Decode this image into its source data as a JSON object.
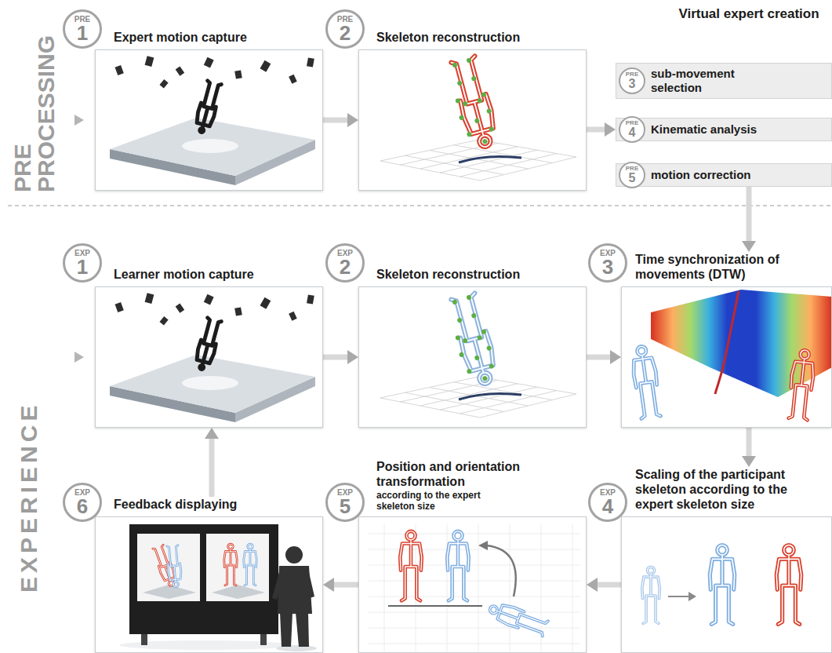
{
  "diagram": {
    "nodes": [
      {
        "text": [
          "PRE",
          "1"
        ]
      },
      {
        "text": [
          "Expert motion capture"
        ]
      },
      {
        "text": [
          "PRE",
          "2"
        ]
      },
      {
        "text": [
          "Skeleton reconstruction"
        ]
      },
      {
        "text": [
          "PRE",
          "3"
        ]
      },
      {
        "text": [
          "sub-movement selection"
        ]
      },
      {
        "text": [
          "PRE",
          "4"
        ]
      },
      {
        "text": [
          "Kinematic analysis"
        ]
      },
      {
        "text": [
          "PRE",
          "5"
        ]
      },
      {
        "text": [
          "motion correction"
        ]
      },
      {
        "text": [
          "EXP",
          "1"
        ]
      },
      {
        "text": [
          "Learner motion capture"
        ]
      },
      {
        "text": [
          "EXP",
          "2"
        ]
      },
      {
        "text": [
          "Skeleton reconstruction"
        ]
      },
      {
        "text": [
          "EXP",
          "3"
        ]
      },
      {
        "text": [
          "Time synchronization of movements (DTW)"
        ]
      },
      {
        "text": [
          "EXP",
          "6"
        ]
      },
      {
        "text": [
          "Feedback displaying"
        ]
      },
      {
        "text": [
          "EXP",
          "5"
        ]
      },
      {
        "text": [
          "Position and orientation transformation",
          "according to the expert skeleton size"
        ]
      },
      {
        "text": [
          "EXP",
          "4"
        ]
      },
      {
        "text": [
          "Scaling of the participant skeleton according to the expert skeleton size"
        ]
      }
    ],
    "edges": [
      {
        "from": 1,
        "to": 3,
        "arrow": "to"
      },
      {
        "from": 3,
        "to": 7,
        "arrow": "to"
      },
      {
        "from": 9,
        "to": 15,
        "arrow": "to"
      },
      {
        "from": 11,
        "to": 13,
        "arrow": "to"
      },
      {
        "from": 13,
        "to": 15,
        "arrow": "to"
      },
      {
        "from": 15,
        "to": 21,
        "arrow": "to"
      },
      {
        "from": 21,
        "to": 19,
        "arrow": "to"
      },
      {
        "from": 19,
        "to": 17,
        "arrow": "to"
      },
      {
        "from": 17,
        "to": 11,
        "arrow": "to"
      }
    ],
    "labels": [
      "PRE PROCESSING",
      "EXPERIENCE",
      "Virtual expert creation"
    ]
  }
}
